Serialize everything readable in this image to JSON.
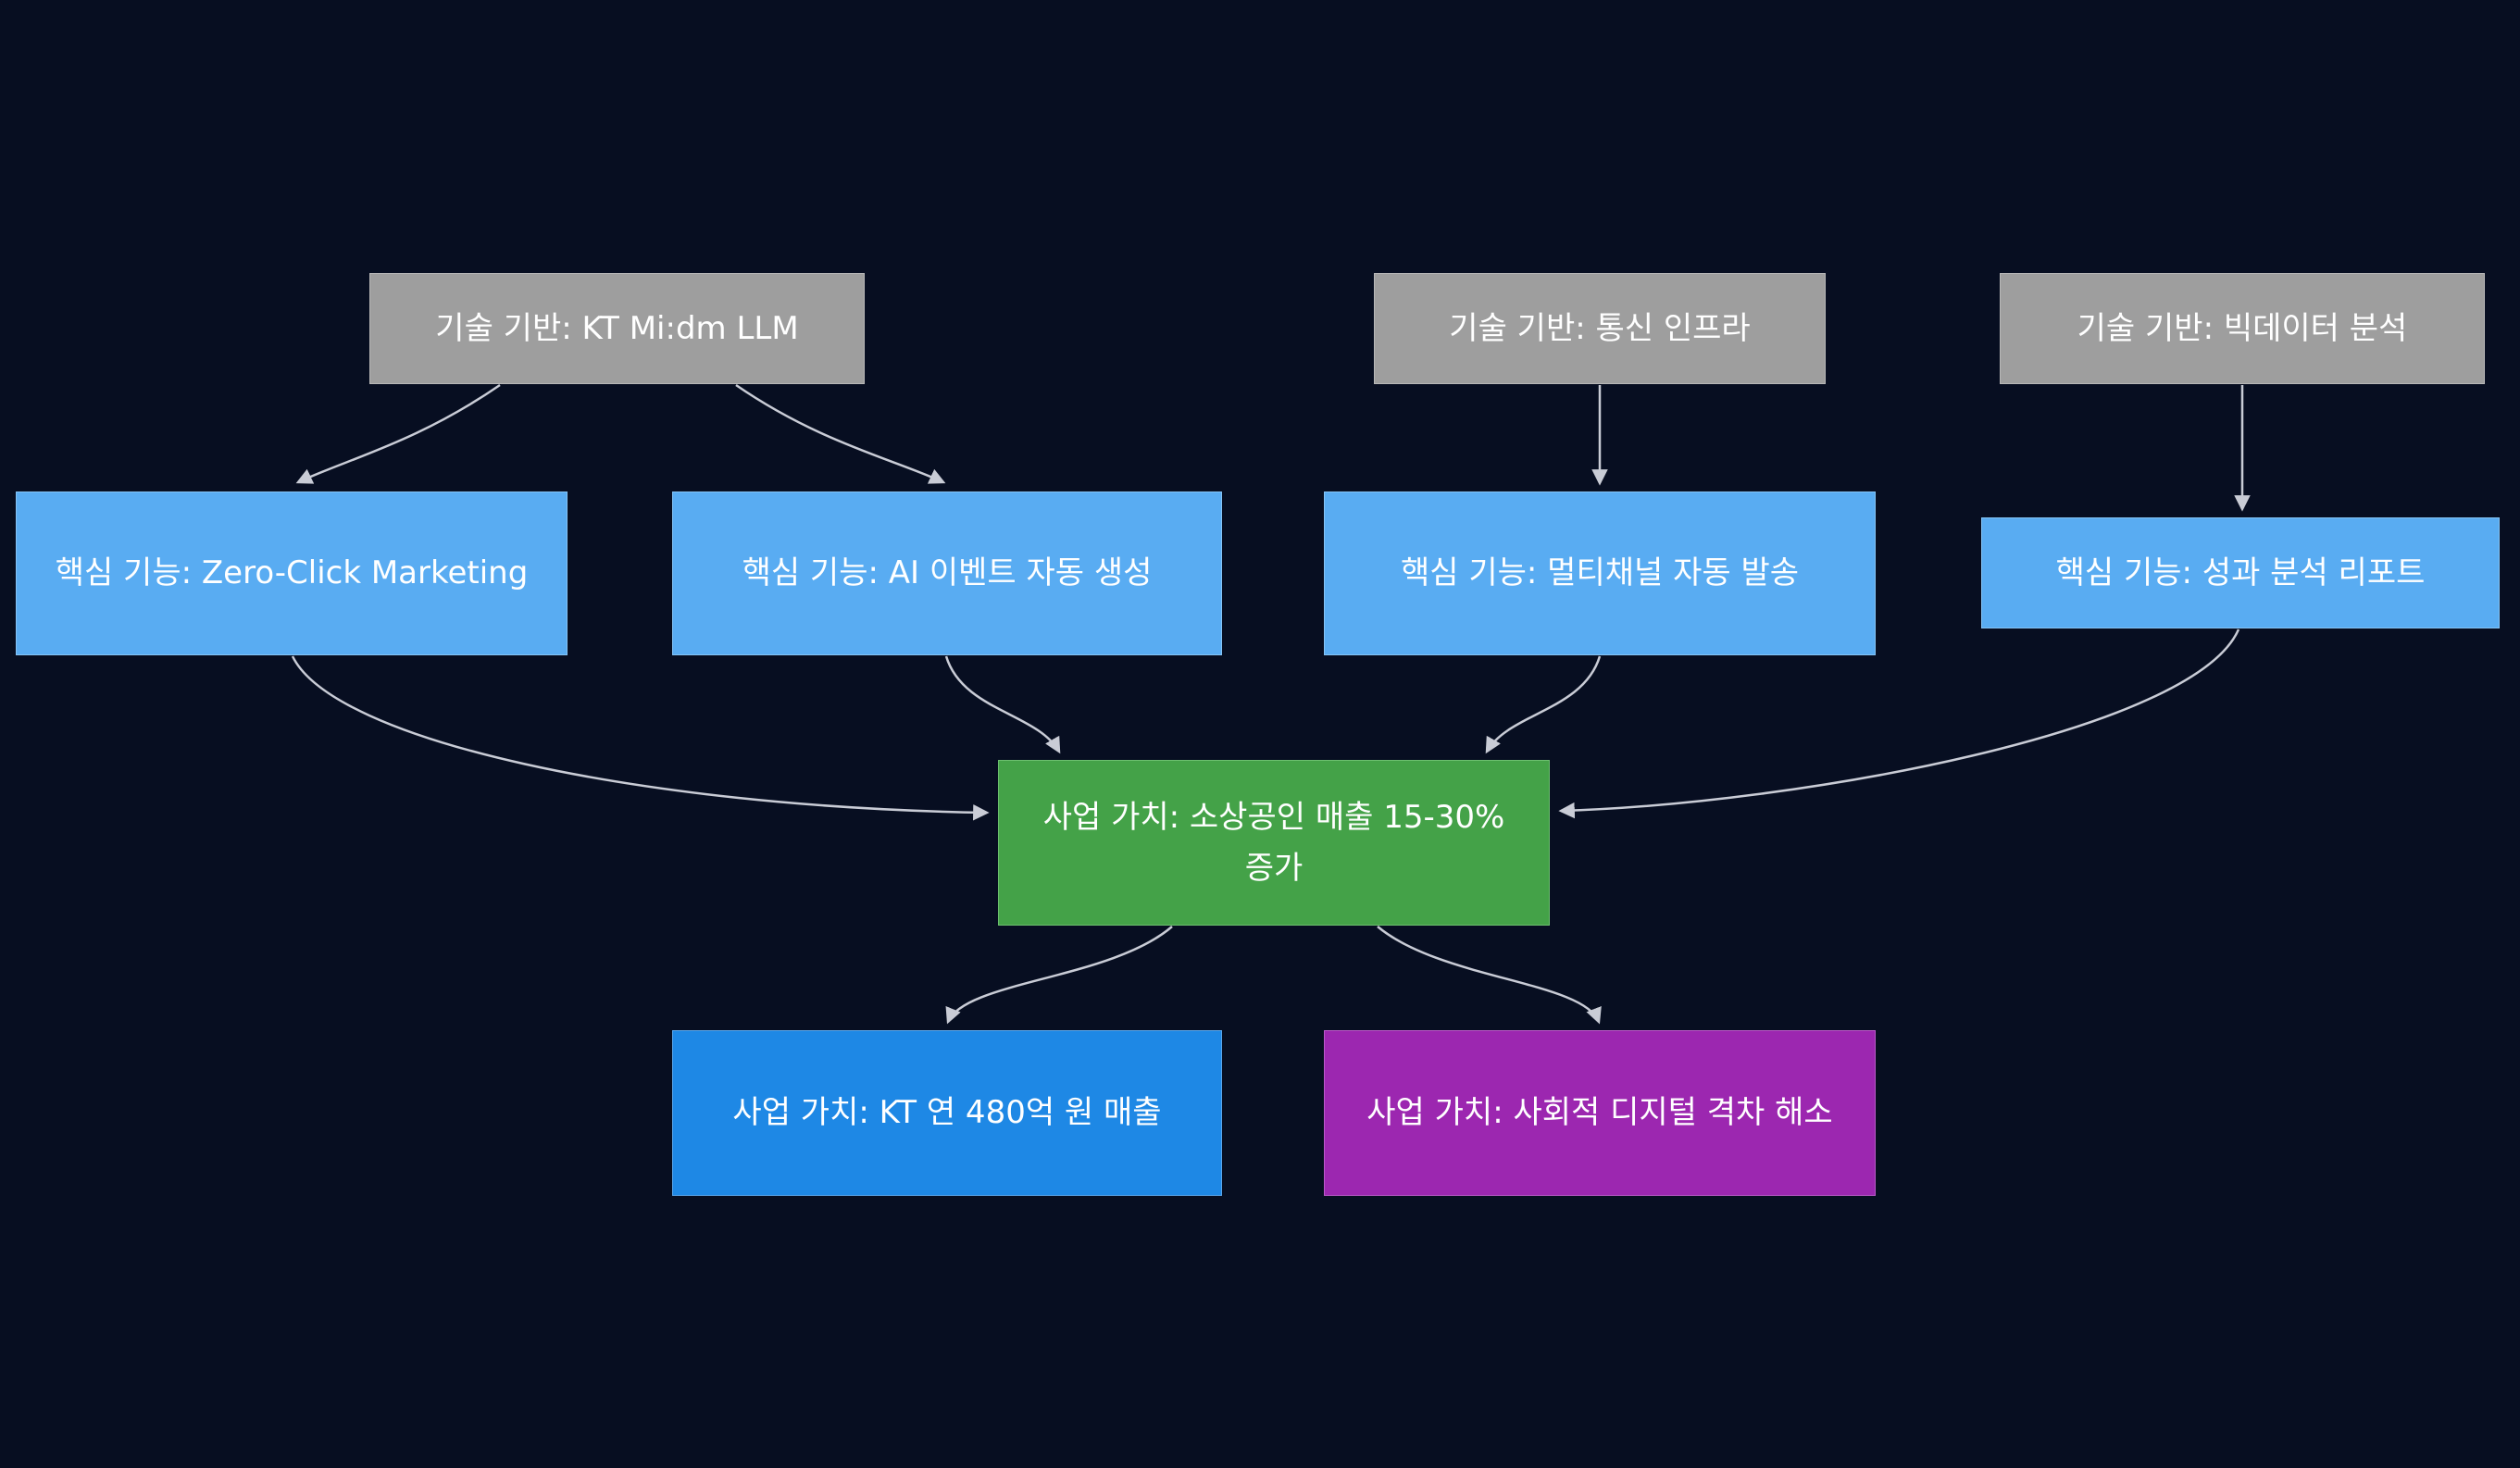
{
  "canvas": {
    "background": "#070e21",
    "edge_color": "#c9ccd6"
  },
  "nodes": [
    {
      "id": "tech-ktmidm",
      "label": "기술 기반: KT Mi:dm LLM",
      "fill": "#9e9e9e",
      "border": "#b8b8b8",
      "text_color": "#ffffff"
    },
    {
      "id": "tech-telecom",
      "label": "기술 기반: 통신 인프라",
      "fill": "#9e9e9e",
      "border": "#b8b8b8",
      "text_color": "#ffffff"
    },
    {
      "id": "tech-bigdata",
      "label": "기술 기반: 빅데이터 분석",
      "fill": "#9e9e9e",
      "border": "#b8b8b8",
      "text_color": "#ffffff"
    },
    {
      "id": "feature-zero-click",
      "label": "핵심 기능: Zero-Click Marketing",
      "fill": "#59acf2",
      "border": "#85c4f6",
      "text_color": "#ffffff"
    },
    {
      "id": "feature-ai-event",
      "label": "핵심 기능: AI 이벤트 자동 생성",
      "fill": "#59acf2",
      "border": "#85c4f6",
      "text_color": "#ffffff"
    },
    {
      "id": "feature-multichannel",
      "label": "핵심 기능: 멀티채널 자동 발송",
      "fill": "#59acf2",
      "border": "#85c4f6",
      "text_color": "#ffffff"
    },
    {
      "id": "feature-analytics",
      "label": "핵심 기능: 성과 분석 리포트",
      "fill": "#59acf2",
      "border": "#85c4f6",
      "text_color": "#ffffff"
    },
    {
      "id": "value-merchant-sales",
      "label": "사업 가치: 소상공인 매출 15-30% 증가",
      "fill": "#44a248",
      "border": "#6cc06f",
      "text_color": "#ffffff"
    },
    {
      "id": "value-kt-revenue",
      "label": "사업 가치: KT 연 480억 원 매출",
      "fill": "#1e88e5",
      "border": "#5aa7ec",
      "text_color": "#ffffff"
    },
    {
      "id": "value-digital-divide",
      "label": "사업 가치: 사회적 디지털 격차 해소",
      "fill": "#9c27b0",
      "border": "#bb59c9",
      "text_color": "#ffffff"
    }
  ],
  "edges": [
    {
      "from": "tech-ktmidm",
      "to": "feature-zero-click"
    },
    {
      "from": "tech-ktmidm",
      "to": "feature-ai-event"
    },
    {
      "from": "tech-telecom",
      "to": "feature-multichannel"
    },
    {
      "from": "tech-bigdata",
      "to": "feature-analytics"
    },
    {
      "from": "feature-zero-click",
      "to": "value-merchant-sales"
    },
    {
      "from": "feature-ai-event",
      "to": "value-merchant-sales"
    },
    {
      "from": "feature-multichannel",
      "to": "value-merchant-sales"
    },
    {
      "from": "feature-analytics",
      "to": "value-merchant-sales"
    },
    {
      "from": "value-merchant-sales",
      "to": "value-kt-revenue"
    },
    {
      "from": "value-merchant-sales",
      "to": "value-digital-divide"
    }
  ]
}
